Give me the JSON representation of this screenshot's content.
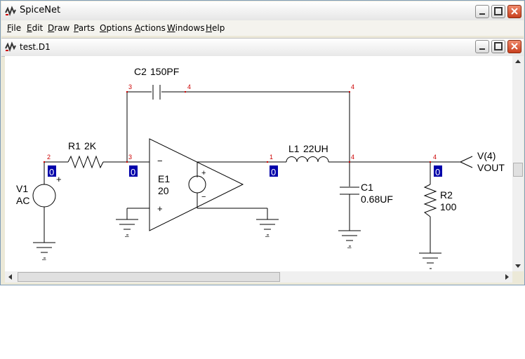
{
  "app": {
    "title": "SpiceNet"
  },
  "menu": {
    "items": [
      {
        "pre": "",
        "ul": "F",
        "post": "ile"
      },
      {
        "pre": "",
        "ul": "E",
        "post": "dit"
      },
      {
        "pre": "",
        "ul": "D",
        "post": "raw"
      },
      {
        "pre": "",
        "ul": "P",
        "post": "arts"
      },
      {
        "pre": "",
        "ul": "O",
        "post": "ptions"
      },
      {
        "pre": "",
        "ul": "A",
        "post": "ctions"
      },
      {
        "pre": "",
        "ul": "W",
        "post": "indows"
      },
      {
        "pre": "",
        "ul": "H",
        "post": "elp"
      }
    ]
  },
  "document": {
    "title": "test.D1"
  },
  "schematic": {
    "components": {
      "c2": {
        "name": "C2",
        "value": "150PF"
      },
      "r1": {
        "name": "R1",
        "value": "2K"
      },
      "l1": {
        "name": "L1",
        "value": "22UH"
      },
      "e1": {
        "name": "E1",
        "value": "20"
      },
      "v1": {
        "name": "V1",
        "value": "AC"
      },
      "c1": {
        "name": "C1",
        "value": "0.68UF"
      },
      "r2": {
        "name": "R2",
        "value": "100"
      }
    },
    "node_numbers": {
      "c2_left": "3",
      "c2_right": "4",
      "top_right": "4",
      "r1_left": "2",
      "r1_right": "3",
      "l1_left": "1",
      "l1_right": "4",
      "vout_node": "4"
    },
    "voltage_readouts": {
      "v1": "0",
      "opamp_in": "0",
      "opamp_out": "0",
      "vout": "0"
    },
    "output_label": {
      "line1": "V(4)",
      "line2": "VOUT"
    },
    "polarity": {
      "v1_plus": "+",
      "e1_minus": "−",
      "e1_plus": "+",
      "src_plus": "+",
      "src_minus": "−"
    },
    "colors": {
      "wire": "#000000",
      "node": "#cc0000",
      "readout_bg": "#0000aa",
      "readout_fg": "#ffffff"
    }
  }
}
